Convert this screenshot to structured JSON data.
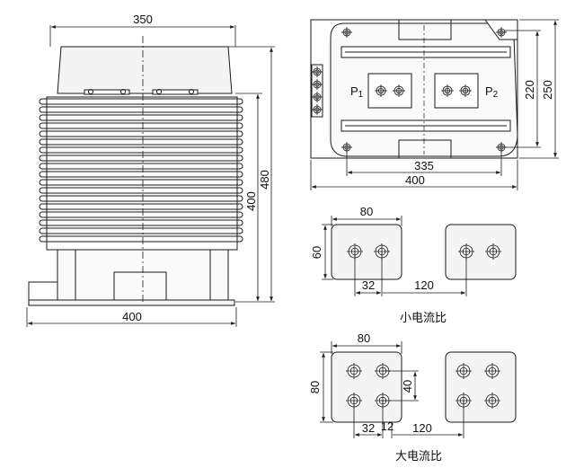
{
  "front_view": {
    "width_top": "350",
    "base_width": "400",
    "height_overall": "480",
    "height_body": "400"
  },
  "top_view": {
    "terminal_p1": "P",
    "terminal_p1_sub": "1",
    "terminal_p2": "P",
    "terminal_p2_sub": "2",
    "hole_spacing": "335",
    "overall_width": "400",
    "hole_height": "220",
    "overall_height": "250"
  },
  "small_ratio": {
    "caption": "小电流比",
    "pad_width": "80",
    "pad_height": "60",
    "bolt_spacing": "32",
    "pad_spacing": "120"
  },
  "large_ratio": {
    "caption": "大电流比",
    "pad_width": "80",
    "pad_height": "80",
    "bolt_v_spacing": "40",
    "bolt_spacing": "32",
    "edge_offset": "12",
    "pad_spacing": "120"
  },
  "colors": {
    "line": "#1a1a1a",
    "fill_light": "#f4f4f4",
    "fill_body": "#fafafa"
  }
}
